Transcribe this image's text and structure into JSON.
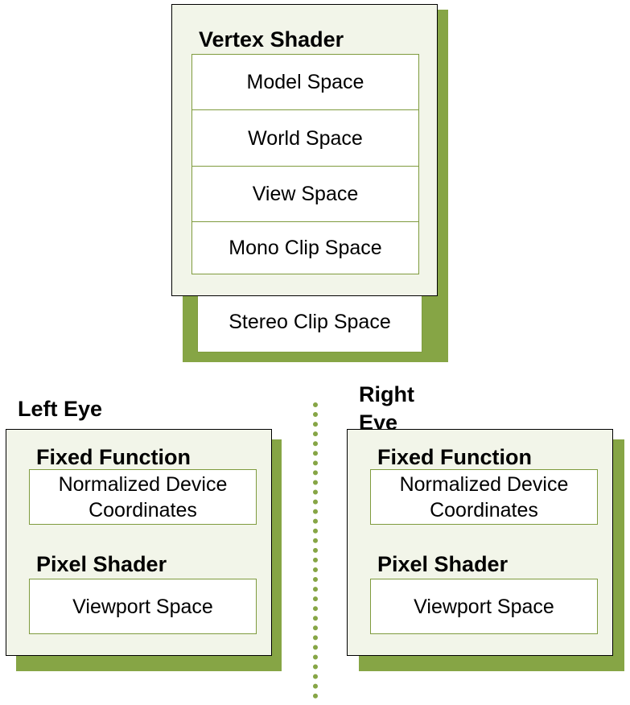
{
  "vertex_shader": {
    "title": "Vertex Shader",
    "spaces": [
      "Model Space",
      "World Space",
      "View Space",
      "Mono Clip Space"
    ]
  },
  "stereo_clip": {
    "label": "Stereo Clip Space"
  },
  "left_eye": {
    "label": "Left Eye",
    "fixed_function": {
      "title": "Fixed Function",
      "box": "Normalized Device Coordinates"
    },
    "pixel_shader": {
      "title": "Pixel Shader",
      "box": "Viewport Space"
    }
  },
  "right_eye": {
    "label": "Right Eye",
    "fixed_function": {
      "title": "Fixed Function",
      "box": "Normalized Device Coordinates"
    },
    "pixel_shader": {
      "title": "Pixel Shader",
      "box": "Viewport Space"
    }
  },
  "colors": {
    "accent_green": "#86a545",
    "panel_fill": "#f2f5e9"
  }
}
